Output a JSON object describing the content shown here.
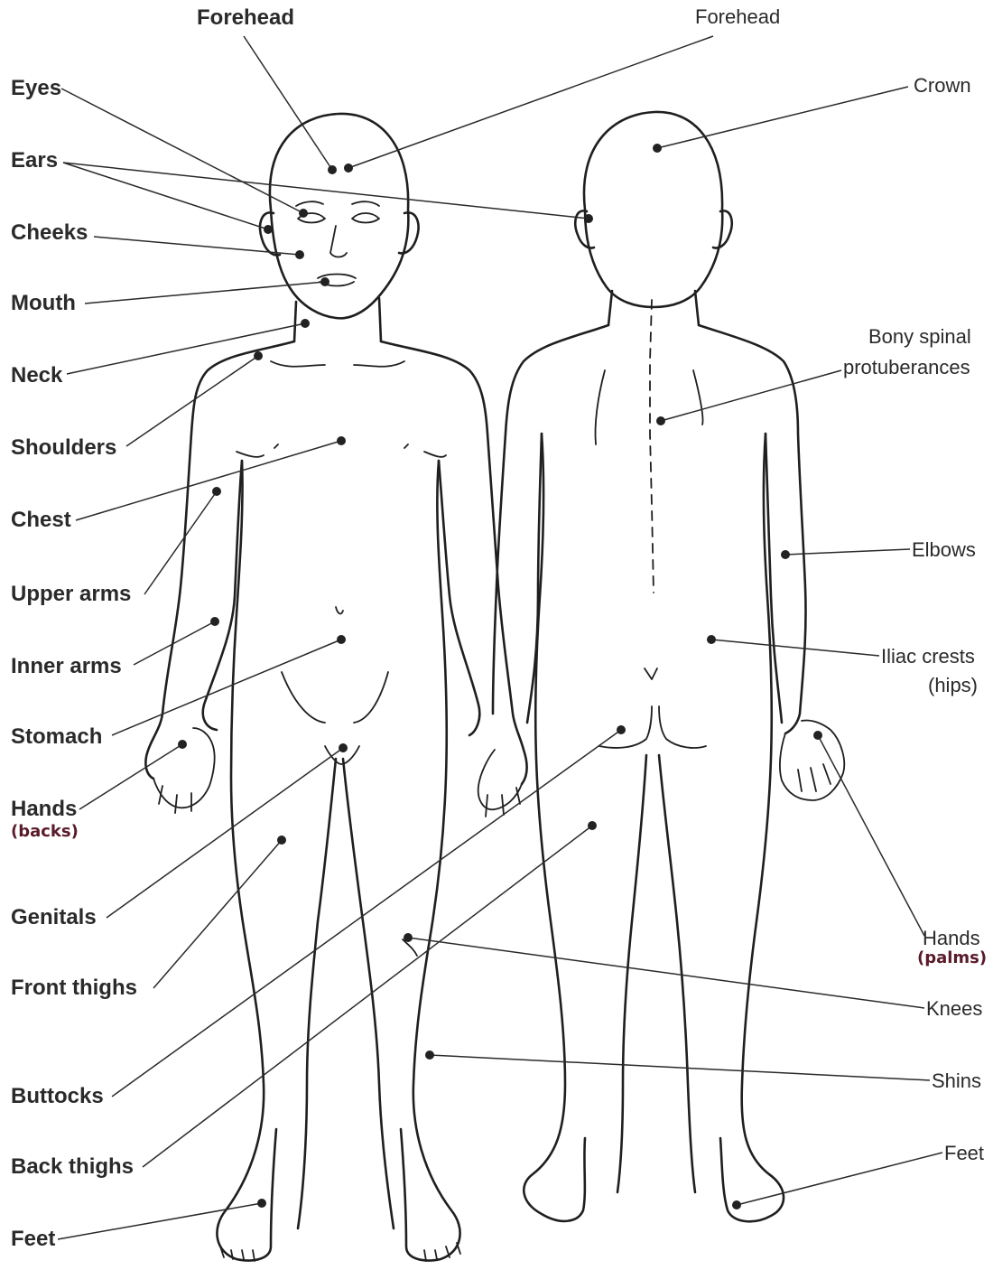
{
  "accent_color": "#5a1a2a",
  "line_color": "#1f1f1f",
  "front_labels": {
    "forehead": "Forehead",
    "eyes": "Eyes",
    "ears": "Ears",
    "cheeks": "Cheeks",
    "mouth": "Mouth",
    "neck": "Neck",
    "shoulders": "Shoulders",
    "chest": "Chest",
    "upper_arms": "Upper arms",
    "inner_arms": "Inner arms",
    "stomach": "Stomach",
    "hands": "Hands",
    "hands_note": "(backs)",
    "genitals": "Genitals",
    "front_thighs": "Front thighs",
    "buttocks": "Buttocks",
    "back_thighs": "Back thighs",
    "feet": "Feet"
  },
  "back_labels": {
    "forehead": "Forehead",
    "crown": "Crown",
    "spine_line1": "Bony spinal",
    "spine_line2": "protuberances",
    "elbows": "Elbows",
    "iliac_line1": "Iliac crests",
    "iliac_line2": "(hips)",
    "hands": "Hands",
    "hands_note": "(palms)",
    "knees": "Knees",
    "shins": "Shins",
    "feet": "Feet"
  }
}
